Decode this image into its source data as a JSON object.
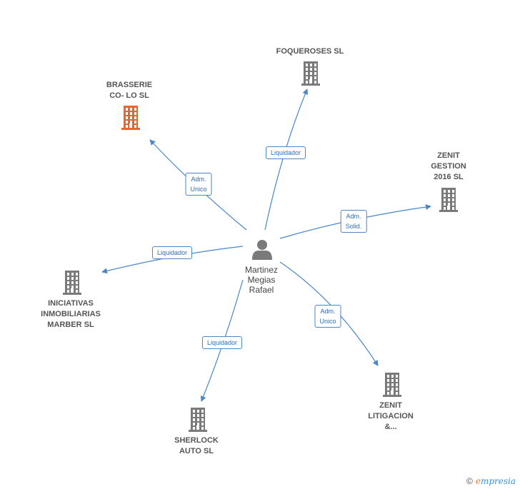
{
  "colors": {
    "edge": "#4a86c8",
    "company": "#7a7a7a",
    "highlight": "#e8662c",
    "person": "#7a7a7a"
  },
  "center": {
    "name": "Martinez\nMegias\nRafael",
    "icon": "person-icon"
  },
  "nodes": [
    {
      "id": "brasserie",
      "label": "BRASSERIE\nCO- LO  SL",
      "highlight": true,
      "icon": "building-icon"
    },
    {
      "id": "foqueroses",
      "label": "FOQUEROSES SL",
      "highlight": false,
      "icon": "building-icon"
    },
    {
      "id": "zenit-gestion",
      "label": "ZENIT\nGESTION\n2016  SL",
      "highlight": false,
      "icon": "building-icon"
    },
    {
      "id": "iniciativas",
      "label": "INICIATIVAS\nINMOBILIARIAS\nMARBER  SL",
      "highlight": false,
      "icon": "building-icon"
    },
    {
      "id": "sherlock",
      "label": "SHERLOCK\nAUTO SL",
      "highlight": false,
      "icon": "building-icon"
    },
    {
      "id": "zenit-litigacion",
      "label": "ZENIT\nLITIGACION\n&...",
      "highlight": false,
      "icon": "building-icon"
    }
  ],
  "edges": [
    {
      "to": "brasserie",
      "label": "Adm.\nUnico"
    },
    {
      "to": "foqueroses",
      "label": "Liquidador"
    },
    {
      "to": "zenit-gestion",
      "label": "Adm.\nSolid."
    },
    {
      "to": "iniciativas",
      "label": "Liquidador"
    },
    {
      "to": "sherlock",
      "label": "Liquidador"
    },
    {
      "to": "zenit-litigacion",
      "label": "Adm.\nUnico"
    }
  ],
  "footer": {
    "copyright": "©",
    "brand_first": "e",
    "brand_rest": "mpresia"
  }
}
